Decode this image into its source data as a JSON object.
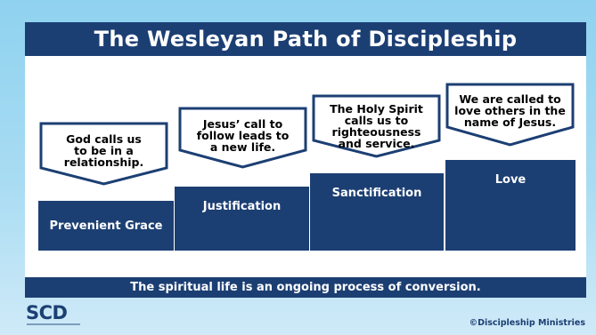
{
  "title": "The Wesleyan Path of Discipleship",
  "steps": [
    {
      "label": "Prevenient Grace",
      "callout_lines": [
        "God calls us",
        "to be in a",
        "relationship."
      ]
    },
    {
      "label": "Justification",
      "callout_lines": [
        "Jesus’ call to",
        "follow leads to",
        "a new life."
      ]
    },
    {
      "label": "Sanctification",
      "callout_lines": [
        "The Holy Spirit",
        "calls us to",
        "righteousness",
        "and service."
      ]
    },
    {
      "label": "Love",
      "callout_lines": [
        "We are called to",
        "love others in the",
        "name of Jesus."
      ]
    }
  ],
  "footer_message": "The spiritual life is an ongoing process of conversion.",
  "logo_text": "SCD",
  "copyright": "©Discipleship Ministries",
  "colors": {
    "navy": "#1c3f73",
    "sky": "#a9dcf3",
    "white": "#ffffff"
  }
}
